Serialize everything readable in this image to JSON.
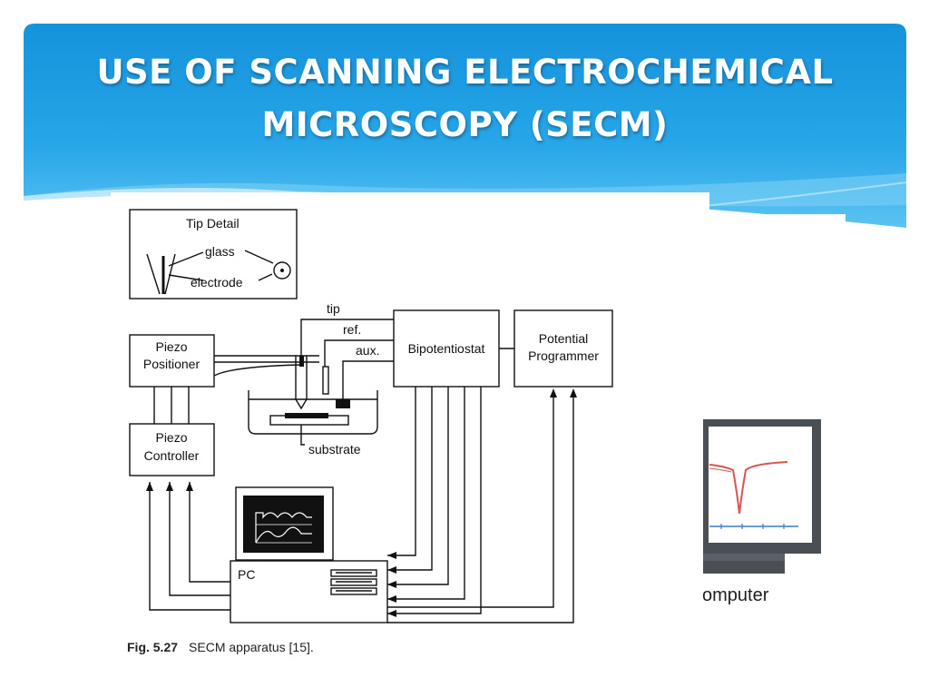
{
  "slide": {
    "title_line1": "USE OF SCANNING ELECTROCHEMICAL",
    "title_line2": "MICROSCOPY (SECM)",
    "header_color": "#1a9ae0",
    "bullet_glyph": "❋"
  },
  "diagram": {
    "tip_detail": {
      "title": "Tip Detail",
      "glass": "glass",
      "electrode": "electrode"
    },
    "piezo_positioner": [
      "Piezo",
      "Positioner"
    ],
    "piezo_controller": [
      "Piezo",
      "Controller"
    ],
    "bipotentiostat": "Bipotentiostat",
    "potential_programmer": [
      "Potential",
      "Programmer"
    ],
    "pc": "PC",
    "wire_labels": {
      "tip": "tip",
      "ref": "ref.",
      "aux": "aux.",
      "substrate": "substrate"
    }
  },
  "caption": {
    "number": "Fig. 5.27",
    "text": "SECM apparatus [15]."
  },
  "computer_image": {
    "caption": "omputer"
  }
}
